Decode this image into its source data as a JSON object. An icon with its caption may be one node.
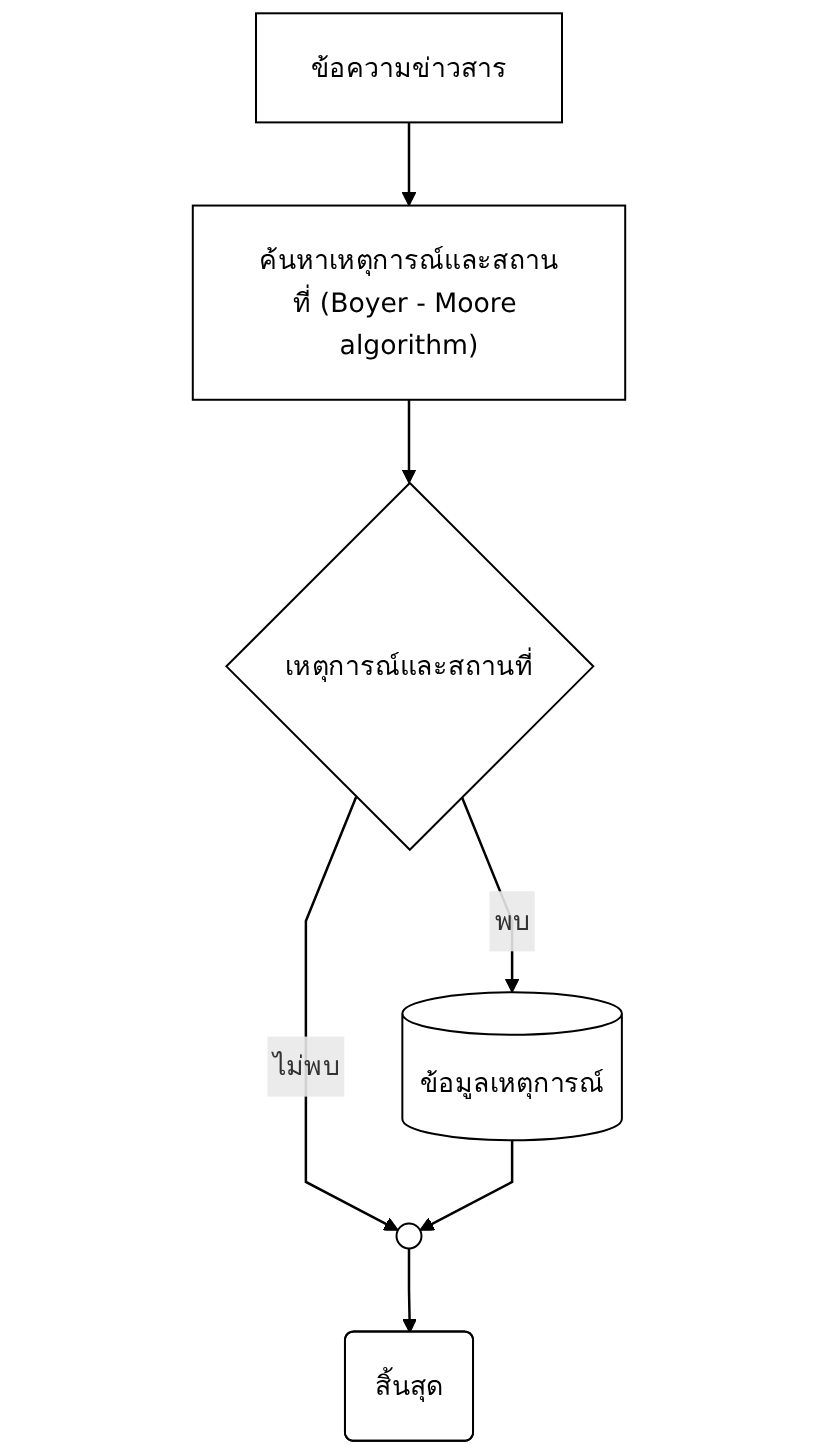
{
  "diagram": {
    "nodes": [
      {
        "text": [
          "ข้อความข่าวสาร"
        ]
      },
      {
        "text": [
          "ค้นหาเหตุการณ์และสถานที่ (Boyer - Moore algorithm)"
        ]
      },
      {
        "text": [
          "เหตุการณ์และสถานที่"
        ]
      },
      {
        "text": [
          "ข้อมูลเหตุการณ์"
        ]
      },
      {
        "text": [],
        "shape": "circle"
      },
      {
        "text": [
          "สิ้นสุด"
        ]
      }
    ],
    "edges": [
      {
        "from": 0,
        "to": 1,
        "arrow": "to"
      },
      {
        "from": 1,
        "to": 2,
        "arrow": "to"
      },
      {
        "from": 2,
        "to": 3,
        "label": "พบ",
        "arrow": "to"
      },
      {
        "from": 2,
        "to": 4,
        "label": "ไม่พบ",
        "arrow": "to"
      },
      {
        "from": 3,
        "to": 4,
        "arrow": "to"
      },
      {
        "from": 4,
        "to": 5,
        "arrow": "to"
      }
    ]
  }
}
